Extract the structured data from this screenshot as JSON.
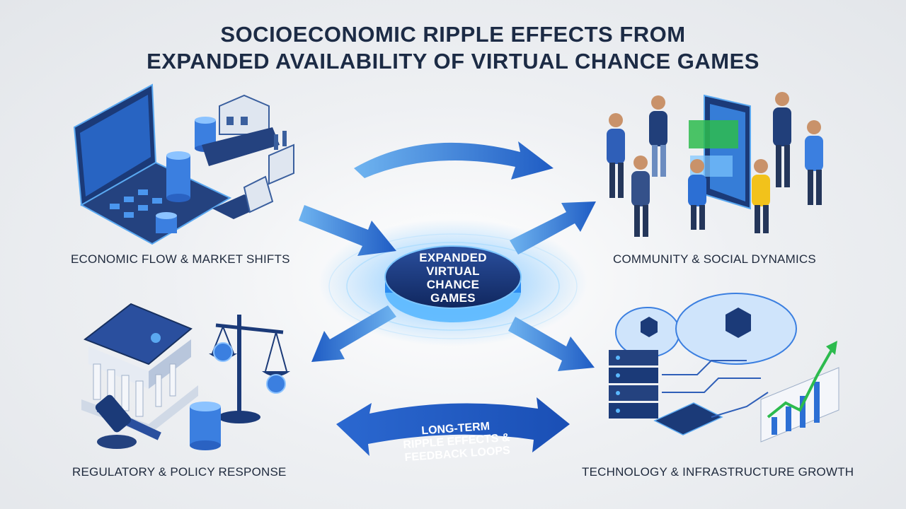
{
  "title": {
    "line1": "SOCIOECONOMIC RIPPLE EFFECTS FROM",
    "line2": "EXPANDED AVAILABILITY OF VIRTUAL CHANCE GAMES"
  },
  "center": {
    "line1": "EXPANDED",
    "line2": "VIRTUAL",
    "line3": "CHANCE",
    "line4": "GAMES"
  },
  "quadrants": {
    "economic": "ECONOMIC FLOW & MARKET SHIFTS",
    "community": "COMMUNITY & SOCIAL DYNAMICS",
    "regulatory": "REGULATORY & POLICY RESPONSE",
    "technology": "TECHNOLOGY & INFRASTRUCTURE GROWTH"
  },
  "loop": {
    "line1": "LONG-TERM",
    "line2": "RIPPLE EFFECTS &",
    "line3": "FEEDBACK LOOPS"
  },
  "colors": {
    "title": "#1c2b45",
    "accent_blue": "#2f6fd6",
    "deep_blue": "#1a3f8f",
    "glow": "#5ab8ff",
    "growth_green": "#2dbb4e"
  },
  "icons": [
    "laptop-icon",
    "coins-icon",
    "factory-icon",
    "people-icon",
    "tablet-icon",
    "bank-icon",
    "scales-icon",
    "gavel-icon",
    "cloud-icon",
    "server-icon",
    "chart-icon"
  ]
}
